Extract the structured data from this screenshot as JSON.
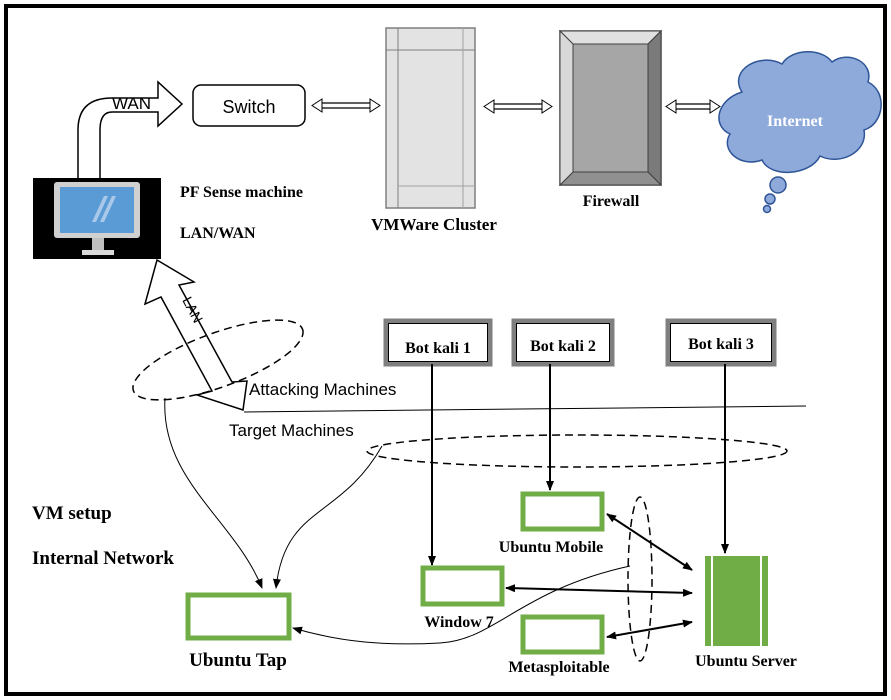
{
  "labels": {
    "wan": "WAN",
    "switch": "Switch",
    "pfsense": "PF Sense machine",
    "lanwan": "LAN/WAN",
    "vmware": "VMWare Cluster",
    "firewall": "Firewall",
    "internet": "Internet",
    "lan": "LAN",
    "attacking": "Attacking Machines",
    "target": "Target Machines",
    "vm_setup": "VM setup",
    "internal_network": "Internal Network",
    "bot1": "Bot kali  1",
    "bot2": "Bot kali 2",
    "bot3": "Bot kali 3",
    "ubuntu_mobile": "Ubuntu Mobile",
    "window7": "Window 7",
    "metasploitable": "Metasploitable",
    "ubuntu_server": "Ubuntu Server",
    "ubuntu_tap": "Ubuntu Tap"
  },
  "colors": {
    "monitor_screen": "#5b9bd5",
    "machine_border": "#70ad47",
    "server_fill": "#70ad47",
    "cloud_fill": "#8eaadb",
    "cloud_stroke": "#2f5597",
    "tower_fill": "#d9d9d9",
    "firewall_fill": "#a6a6a6"
  }
}
